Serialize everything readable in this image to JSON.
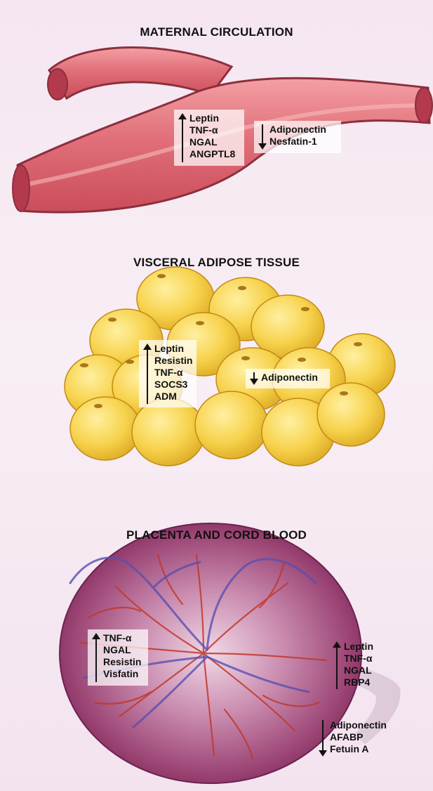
{
  "sections": [
    {
      "title": "MATERNAL CIRCULATION",
      "up": [
        "Leptin",
        "TNF-α",
        "NGAL",
        "ANGPTL8"
      ],
      "down": [
        "Adiponectin",
        "Nesfatin-1"
      ]
    },
    {
      "title": "VISCERAL ADIPOSE TISSUE",
      "up": [
        "Leptin",
        "Resistin",
        "TNF-α",
        "SOCS3",
        "ADM"
      ],
      "down": [
        "Adiponectin"
      ]
    },
    {
      "title": "PLACENTA AND CORD BLOOD",
      "placenta_up": [
        "TNF-α",
        "NGAL",
        "Resistin",
        "Visfatin"
      ],
      "cord_up": [
        "Leptin",
        "TNF-α",
        "NGAL",
        "RBP4"
      ],
      "cord_down": [
        "Adiponectin",
        "AFABP",
        "Fetuin A"
      ]
    }
  ],
  "colors": {
    "vessel": "#e3707a",
    "vessel_inner": "#c84a58",
    "adipocyte": "#f5cf42",
    "placenta": "#8e3566",
    "artery": "#c0392b",
    "vein": "#5a4fb0",
    "arrow": "#111111"
  },
  "icons": {
    "up_arrow": "arrow-up-icon",
    "down_arrow": "arrow-down-icon"
  }
}
